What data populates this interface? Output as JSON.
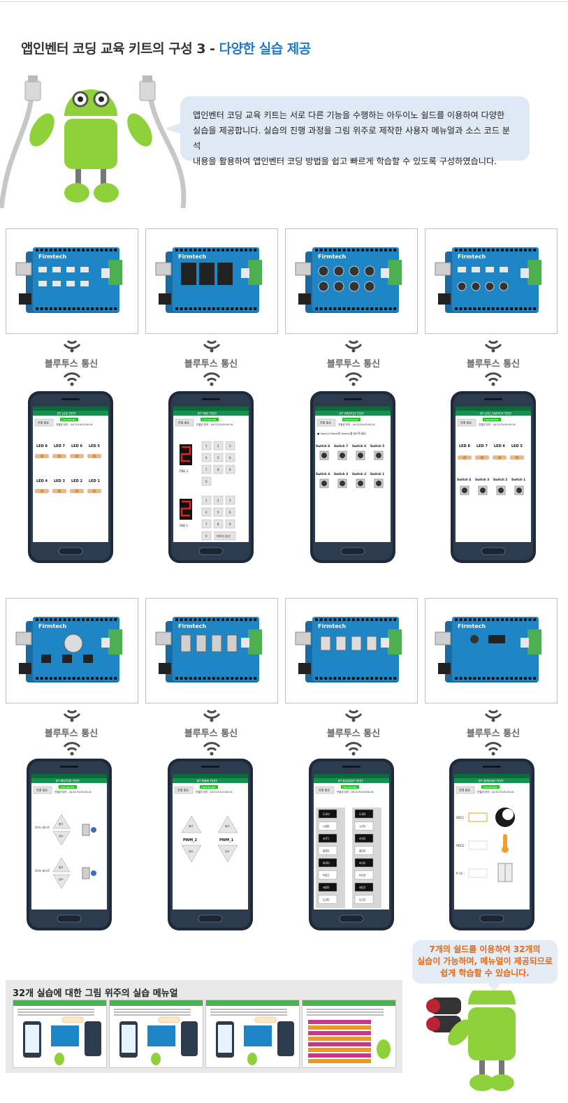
{
  "header": {
    "title_main": "앱인벤터 코딩 교육 키트의 구성 3 - ",
    "title_highlight": "다양한 실습 제공"
  },
  "intro": {
    "line1": "앱인벤터 코딩 교육 키트는 서로 다른 기능을 수행하는 아두이노 쉴드를 이용하여 다양한",
    "line2": "실습을 제공합니다.  실습의 진행 과정을 그림 위주로 제작한 사용자 메뉴얼과 소스 코드 분석",
    "line3": "내용을 활용하여 앱인벤터 코딩 방법을 쉽고 빠르게 학습할 수 있도록 구성하였습니다."
  },
  "board_brand": "Firmtech",
  "bt_label": "블루투스 통신",
  "app": {
    "disconnect": "연결 종료",
    "connected": "Connected",
    "address": "연결된 장치 : 04:32:F4:00:00:01",
    "titles": [
      "BT LED TEST",
      "BT FND TEST",
      "BT SWITCH TEST",
      "BT LED_SWITCH TEST",
      "BT MOTOR TEST",
      "BT PWM TEST",
      "BT BUZZER TEST",
      "BT SENSOR TEST"
    ],
    "led_top": [
      "LED 8",
      "LED 7",
      "LED 6",
      "LED 5"
    ],
    "led_bottom": [
      "LED 4",
      "LED 3",
      "LED 2",
      "LED 1"
    ],
    "sw_top": [
      "Switch 8",
      "Switch 7",
      "Switch 6",
      "Switch 5"
    ],
    "sw_bottom": [
      "Switch 4",
      "Switch 3",
      "Switch 2",
      "Switch 1"
    ],
    "switch_hint": "● Switch Shield의 Switch를 눌러주세요.",
    "fnd2": "FND 2",
    "fnd1": "FND 1",
    "fnd_send": "데이터 송신",
    "motor1": "모터1 테스트",
    "motor2": "모터2 테스트",
    "inc": "증가",
    "dec": "감소",
    "pwm2": "PWM_2",
    "pwm1": "PWM_1",
    "buzzer_left": [
      "도(H)",
      "시(B)",
      "라(F)",
      "솔(E)",
      "파(D)",
      "미(C)",
      "레(B)",
      "도(A)"
    ],
    "buzzer_right": [
      "도(8)",
      "시(7)",
      "라(6)",
      "솔(5)",
      "파(4)",
      "미(3)",
      "레(2)",
      "도(1)"
    ],
    "adc1": "ADC1 :",
    "adc2": "ADC2 :",
    "pid": "P I D :"
  },
  "manual": {
    "title": "32개 실습에 대한 그림 위주의 실습 메뉴얼"
  },
  "callout": {
    "line1": "7개의 쉴드를 이용하여 32개의",
    "line2": "실습이 가능하며, 메뉴얼이 제공되므로",
    "line3": "쉽게 학습할 수 있습니다."
  },
  "colors": {
    "highlight": "#1e7ac9",
    "board": "#1f86c6",
    "robot": "#8fd13a",
    "callout_text": "#e06a1c"
  }
}
